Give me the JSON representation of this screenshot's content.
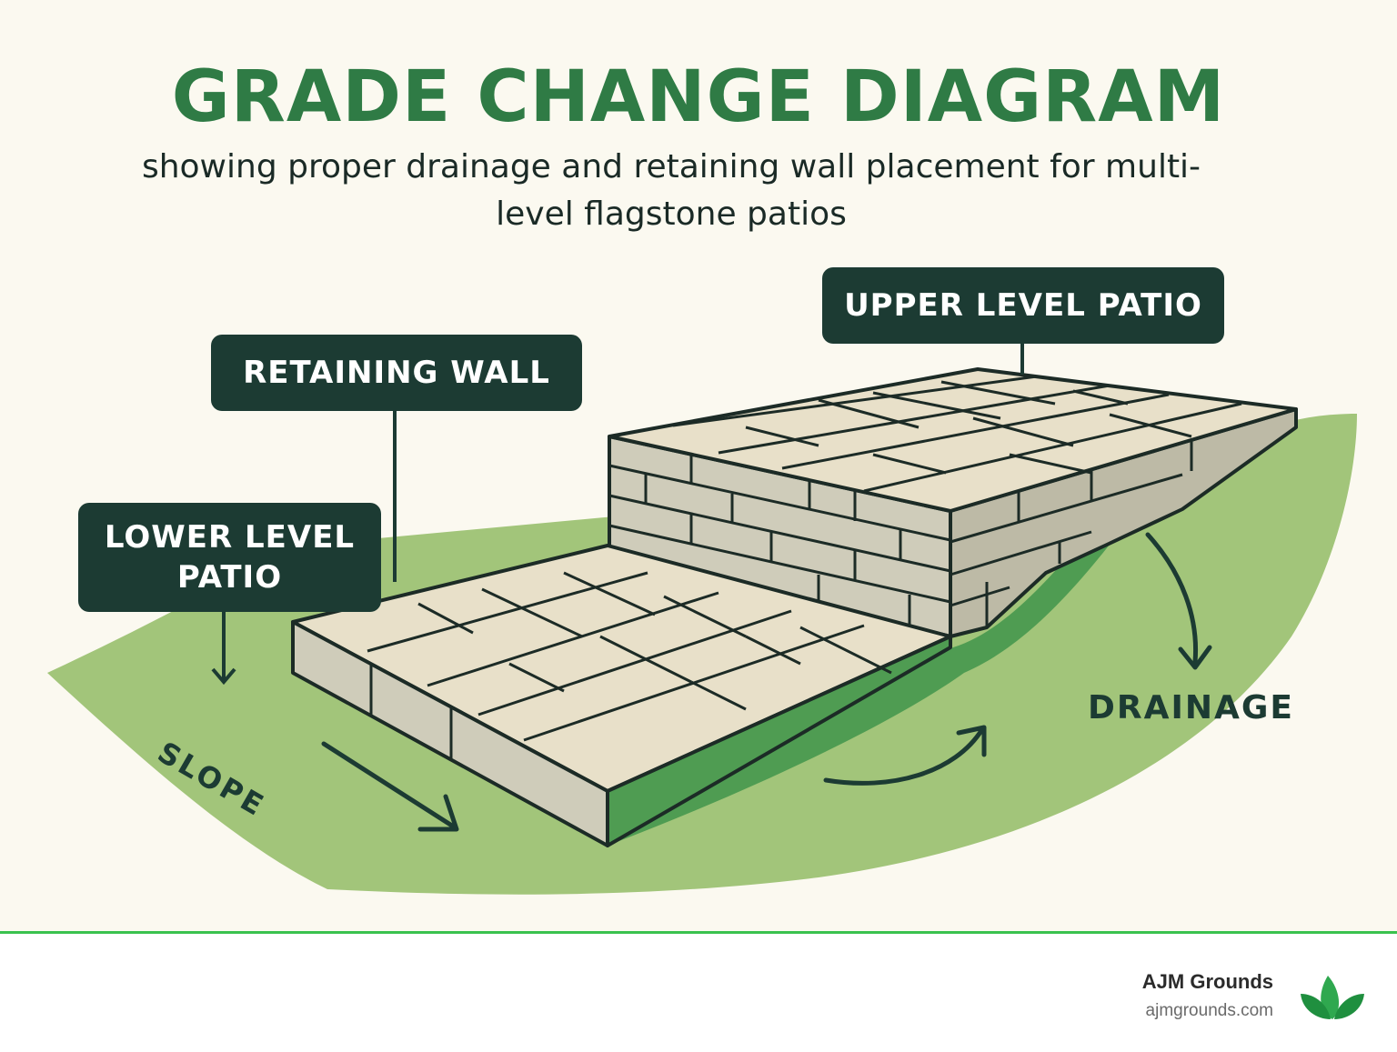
{
  "title": "GRADE CHANGE DIAGRAM",
  "subtitle": "showing proper drainage and retaining wall placement for multi-level flagstone patios",
  "labels": {
    "upper": "UPPER LEVEL PATIO",
    "wall": "RETAINING WALL",
    "lower": "LOWER LEVEL PATIO"
  },
  "annotations": {
    "drainage": "DRAINAGE",
    "slope": "SLOPE"
  },
  "footer": {
    "brand_name": "AJM Grounds",
    "brand_url": "ajmgrounds.com",
    "logo_icon": "leaf-logo-icon"
  },
  "colors": {
    "title": "#2f7b45",
    "label_bg": "#1c3b33",
    "grass": "#a2c57a",
    "grass_dark": "#4f9c52",
    "stone": "#e8e0c9",
    "wall_stone": "#cfccba",
    "accent_line": "#3ac24e"
  }
}
